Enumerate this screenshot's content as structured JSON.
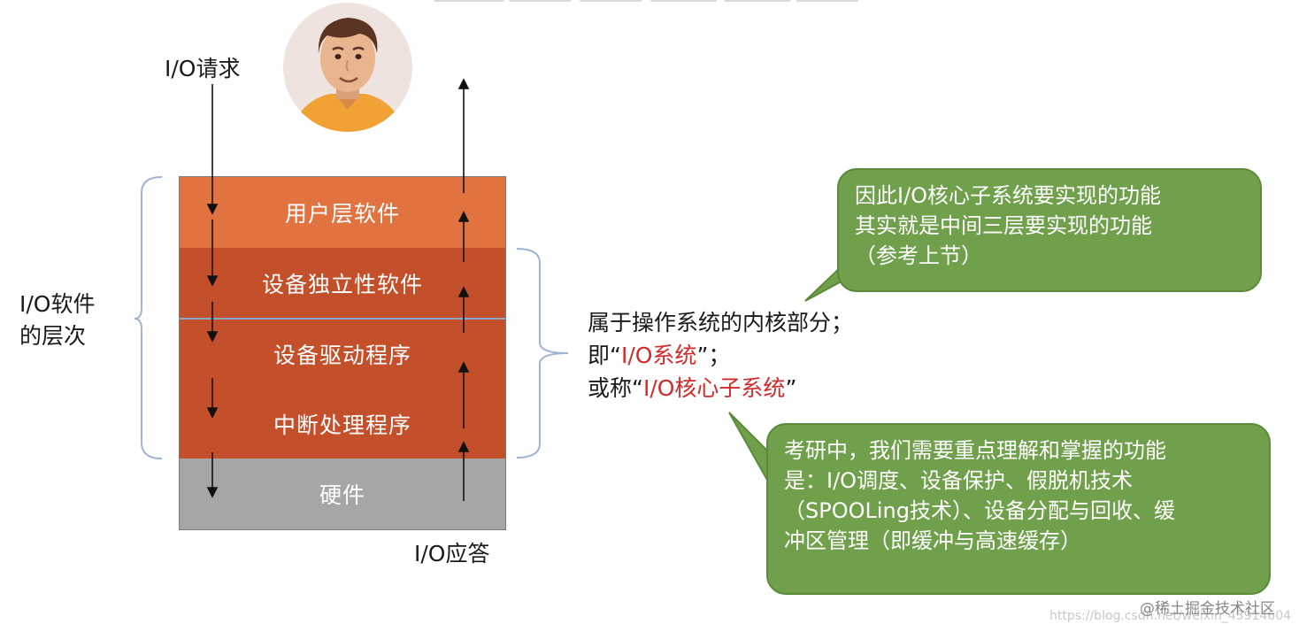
{
  "diagram": {
    "io_request_label": "I/O请求",
    "io_response_label": "I/O应答",
    "software_levels_label_line1": "I/O软件",
    "software_levels_label_line2": "的层次",
    "layers": [
      {
        "name": "用户层软件",
        "color": "#e07340"
      },
      {
        "name": "设备独立性软件",
        "color": "#c3502a"
      },
      {
        "name": "设备驱动程序",
        "color": "#c3502a"
      },
      {
        "name": "中断处理程序",
        "color": "#c3502a"
      },
      {
        "name": "硬件",
        "color": "#a6a6a6"
      }
    ]
  },
  "kernel_text": {
    "line1": "属于操作系统的内核部分；",
    "line2_prefix": "即“",
    "line2_red": "I/O系统",
    "line2_suffix": "”；",
    "line3_prefix": "或称“",
    "line3_red": "I/O核心子系统",
    "line3_suffix": "”"
  },
  "callout_top": {
    "lines": [
      "因此I/O核心子系统要实现的功能",
      "其实就是中间三层要实现的功能",
      "（参考上节）"
    ],
    "color": "#70a04c"
  },
  "callout_bottom": {
    "lines": [
      "考研中，我们需要重点理解和掌握的功能",
      "是：I/O调度、设备保护、假脱机技术",
      "（SPOOLing技术）、设备分配与回收、缓",
      "冲区管理（即缓冲与高速缓存）"
    ],
    "color": "#70a04c"
  },
  "footer": {
    "community": "@稀土掘金技术社区",
    "watermark": "https://blog.csdn.net/weixin_43914604"
  }
}
